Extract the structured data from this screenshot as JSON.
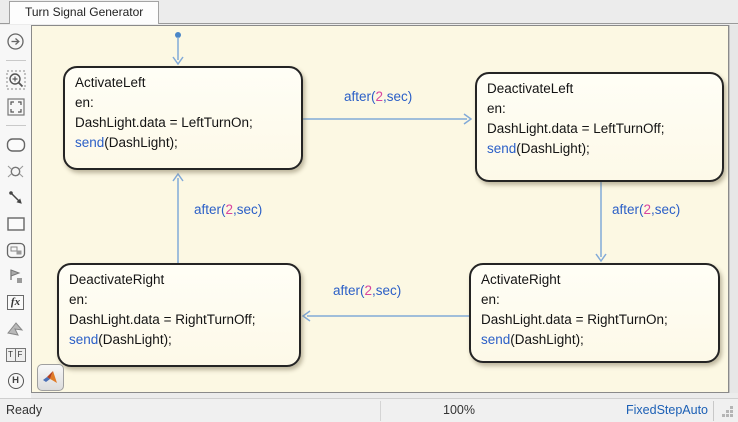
{
  "window": {
    "tab_title": "Turn Signal Generator"
  },
  "toolbar": {
    "items": [
      {
        "name": "default-transition"
      },
      {
        "name": "zoom-in-selection"
      },
      {
        "name": "fit-to-view"
      },
      {
        "name": "state"
      },
      {
        "name": "junction"
      },
      {
        "name": "transition"
      },
      {
        "name": "box"
      },
      {
        "name": "subchart"
      },
      {
        "name": "symbol"
      },
      {
        "name": "matlab-function",
        "glyph": "fx"
      },
      {
        "name": "simulink-function"
      },
      {
        "name": "truth-table",
        "glyph_t": "T",
        "glyph_f": "F"
      },
      {
        "name": "history-junction",
        "glyph": "H"
      }
    ]
  },
  "chart": {
    "states": [
      {
        "name": "ActivateLeft",
        "en": "en:",
        "action": "DashLight.data = LeftTurnOn;",
        "send_kw": "send",
        "send_rest": "(DashLight);"
      },
      {
        "name": "DeactivateLeft",
        "en": "en:",
        "action": "DashLight.data = LeftTurnOff;",
        "send_kw": "send",
        "send_rest": "(DashLight);"
      },
      {
        "name": "DeactivateRight",
        "en": "en:",
        "action": "DashLight.data = RightTurnOff;",
        "send_kw": "send",
        "send_rest": "(DashLight);"
      },
      {
        "name": "ActivateRight",
        "en": "en:",
        "action": "DashLight.data = RightTurnOn;",
        "send_kw": "send",
        "send_rest": "(DashLight);"
      }
    ],
    "transitions": [
      {
        "from": "ActivateLeft",
        "to": "DeactivateLeft",
        "label_pre": "after(",
        "label_num": "2",
        "label_post": ",sec)"
      },
      {
        "from": "DeactivateLeft",
        "to": "ActivateRight",
        "label_pre": "after(",
        "label_num": "2",
        "label_post": ",sec)"
      },
      {
        "from": "ActivateRight",
        "to": "DeactivateRight",
        "label_pre": "after(",
        "label_num": "2",
        "label_post": ",sec)"
      },
      {
        "from": "DeactivateRight",
        "to": "ActivateLeft",
        "label_pre": "after(",
        "label_num": "2",
        "label_post": ",sec)"
      }
    ]
  },
  "statusbar": {
    "status": "Ready",
    "zoom": "100%",
    "solver": "FixedStepAuto"
  },
  "colors": {
    "canvas_bg": "#fcf8e3",
    "state_border": "#242424",
    "transition_blue": "#82aad8",
    "keyword_blue": "#2b5fc7",
    "literal_magenta": "#d8449f",
    "solver_link_blue": "#1b5fb5"
  }
}
